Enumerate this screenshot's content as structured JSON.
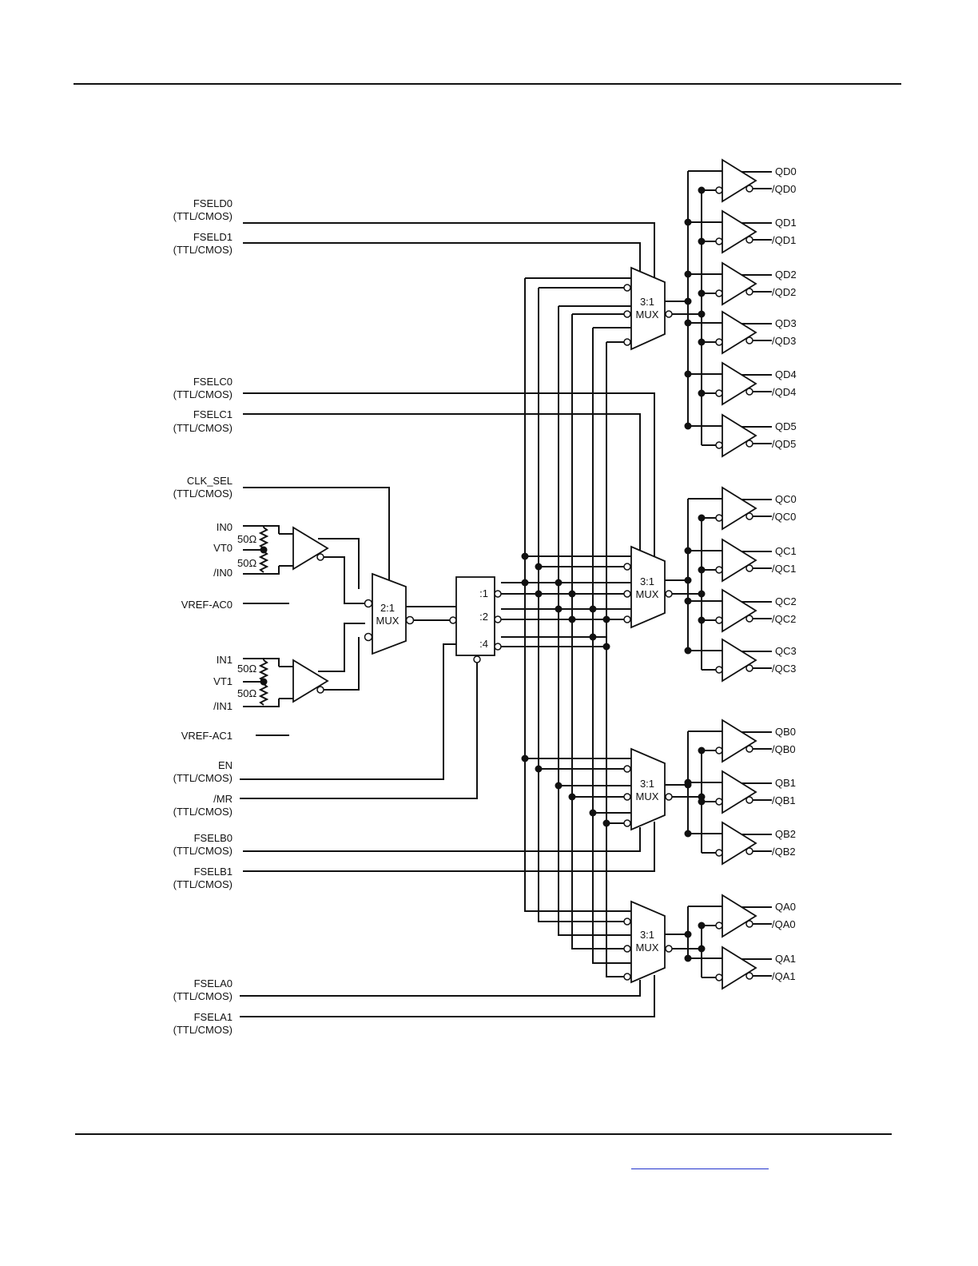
{
  "inputs": {
    "fseld0": {
      "name": "FSELD0",
      "type": "(TTL/CMOS)"
    },
    "fseld1": {
      "name": "FSELD1",
      "type": "(TTL/CMOS)"
    },
    "fselc0": {
      "name": "FSELC0",
      "type": "(TTL/CMOS)"
    },
    "fselc1": {
      "name": "FSELC1",
      "type": "(TTL/CMOS)"
    },
    "clk_sel": {
      "name": "CLK_SEL",
      "type": "(TTL/CMOS)"
    },
    "in0": "IN0",
    "vt0": "VT0",
    "nin0": "/IN0",
    "vref_ac0": "VREF-AC0",
    "in1": "IN1",
    "vt1": "VT1",
    "nin1": "/IN1",
    "vref_ac1": "VREF-AC1",
    "en": {
      "name": "EN",
      "type": "(TTL/CMOS)"
    },
    "mr": {
      "name": "/MR",
      "type": "(TTL/CMOS)"
    },
    "fselb0": {
      "name": "FSELB0",
      "type": "(TTL/CMOS)"
    },
    "fselb1": {
      "name": "FSELB1",
      "type": "(TTL/CMOS)"
    },
    "fsela0": {
      "name": "FSELA0",
      "type": "(TTL/CMOS)"
    },
    "fsela1": {
      "name": "FSELA1",
      "type": "(TTL/CMOS)"
    }
  },
  "resistor_label": "50Ω",
  "mux2": {
    "ratio": "2:1",
    "label": "MUX"
  },
  "mux3": {
    "ratio": "3:1",
    "label": "MUX"
  },
  "divider": {
    "d1": ":1",
    "d2": ":2",
    "d4": ":4"
  },
  "outputs": {
    "bank_d": [
      [
        "QD0",
        "/QD0"
      ],
      [
        "QD1",
        "/QD1"
      ],
      [
        "QD2",
        "/QD2"
      ],
      [
        "QD3",
        "/QD3"
      ],
      [
        "QD4",
        "/QD4"
      ],
      [
        "QD5",
        "/QD5"
      ]
    ],
    "bank_c": [
      [
        "QC0",
        "/QC0"
      ],
      [
        "QC1",
        "/QC1"
      ],
      [
        "QC2",
        "/QC2"
      ],
      [
        "QC3",
        "/QC3"
      ]
    ],
    "bank_b": [
      [
        "QB0",
        "/QB0"
      ],
      [
        "QB1",
        "/QB1"
      ],
      [
        "QB2",
        "/QB2"
      ]
    ],
    "bank_a": [
      [
        "QA0",
        "/QA0"
      ],
      [
        "QA1",
        "/QA1"
      ]
    ]
  }
}
